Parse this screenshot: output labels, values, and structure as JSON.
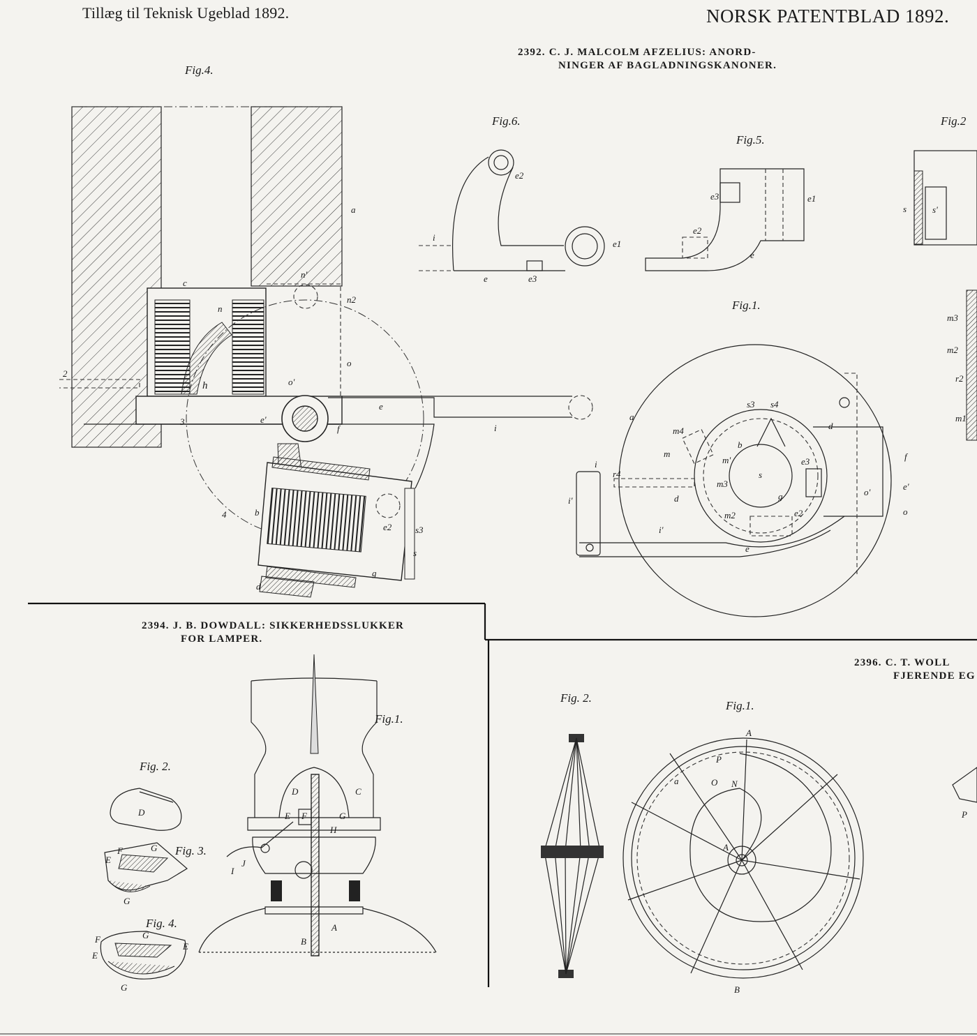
{
  "header": {
    "left": "Tillæg til Teknisk Ugeblad 1892.",
    "right": "NORSK PATENTBLAD 1892."
  },
  "patents": [
    {
      "number": "2392.",
      "title_line1": "C. J. MALCOLM AFZELIUS: ANORD-",
      "title_line2": "NINGER AF BAGLADNINGSKANONER."
    },
    {
      "number": "2394.",
      "title_line1": "J. B. DOWDALL: SIKKERHEDSSLUKKER",
      "title_line2": "FOR LAMPER."
    },
    {
      "number": "2396.",
      "title_line1": "C. T. WOLL",
      "title_line2": "FJERENDE EG"
    }
  ],
  "figures": {
    "p2392_fig4": "Fig.4.",
    "p2392_fig6": "Fig.6.",
    "p2392_fig5": "Fig.5.",
    "p2392_fig1": "Fig.1.",
    "p2392_fig2_partial": "Fig.2",
    "p2394_fig1": "Fig.1.",
    "p2394_fig2": "Fig. 2.",
    "p2394_fig3": "Fig. 3.",
    "p2394_fig4": "Fig. 4.",
    "p2396_fig2": "Fig. 2.",
    "p2396_fig1": "Fig.1."
  },
  "labels": {
    "fig4": [
      "a",
      "c",
      "n",
      "n'",
      "n2",
      "o",
      "o'",
      "h",
      "e",
      "e'",
      "f",
      "i",
      "b",
      "e2",
      "s3",
      "s",
      "g",
      "d",
      "2",
      "3",
      "4"
    ],
    "fig6": [
      "e2",
      "e1",
      "i",
      "e",
      "e3"
    ],
    "fig5": [
      "e3",
      "e1",
      "e2",
      "e"
    ],
    "fig1_2392": [
      "a",
      "s3",
      "s4",
      "d",
      "m4",
      "m",
      "m'",
      "b",
      "m3",
      "s",
      "e3",
      "f",
      "e'",
      "o'",
      "o",
      "g",
      "m2",
      "e2",
      "i",
      "r4",
      "d",
      "i'",
      "i'",
      "e"
    ],
    "fig1_2394": [
      "D",
      "C",
      "E",
      "F",
      "G",
      "H",
      "J",
      "I",
      "A",
      "B"
    ],
    "fig2_2394": [
      "D"
    ],
    "fig3_2394": [
      "F",
      "G",
      "E",
      "G"
    ],
    "fig4_2394": [
      "F",
      "G",
      "E",
      "E",
      "G"
    ],
    "fig1_2396": [
      "A",
      "P",
      "a",
      "O",
      "N",
      "A",
      "B"
    ],
    "right_edge": [
      "s",
      "s'",
      "m3",
      "m2",
      "r2",
      "m1",
      "P"
    ]
  },
  "colors": {
    "paper": "#f4f3ef",
    "ink": "#1a1a1a"
  }
}
